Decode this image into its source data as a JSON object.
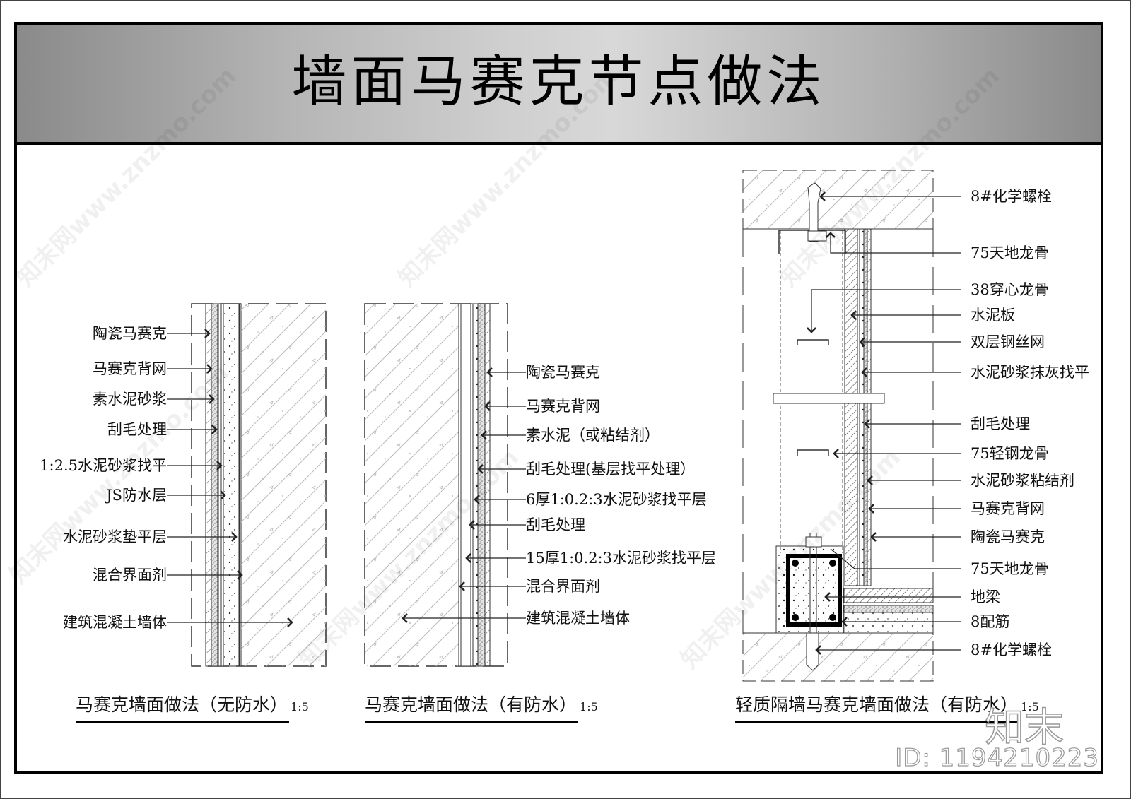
{
  "title": "墙面马赛克节点做法",
  "detail1": {
    "caption": "马赛克墙面做法（无防水）",
    "scale": "1:5",
    "labels": [
      "陶瓷马赛克",
      "马赛克背网",
      "素水泥砂浆",
      "刮毛处理",
      "1:2.5水泥砂浆找平",
      "JS防水层",
      "水泥砂浆垫平层",
      "混合界面剂",
      "建筑混凝土墙体"
    ]
  },
  "detail2": {
    "caption": "马赛克墙面做法（有防水）",
    "scale": "1:5",
    "labels": [
      "陶瓷马赛克",
      "马赛克背网",
      "素水泥（或粘结剂）",
      "刮毛处理(基层找平处理）",
      "6厚1:0.2:3水泥砂浆找平层",
      "刮毛处理",
      "15厚1:0.2:3水泥砂浆找平层",
      "混合界面剂",
      "建筑混凝土墙体"
    ]
  },
  "detail3": {
    "caption": "轻质隔墙马赛克墙面做法（有防水）",
    "scale": "1:5",
    "labels": [
      "8#化学螺栓",
      "75天地龙骨",
      "38穿心龙骨",
      "水泥板",
      "双层钢丝网",
      "水泥砂浆抹灰找平",
      "刮毛处理",
      "75轻钢龙骨",
      "水泥砂浆粘结剂",
      "马赛克背网",
      "陶瓷马赛克",
      "75天地龙骨",
      "地梁",
      "8配筋",
      "8#化学螺栓"
    ]
  },
  "watermark": {
    "text": "知末网www.znzmo.com",
    "logo": "知末",
    "id": "ID: 1194210223"
  }
}
